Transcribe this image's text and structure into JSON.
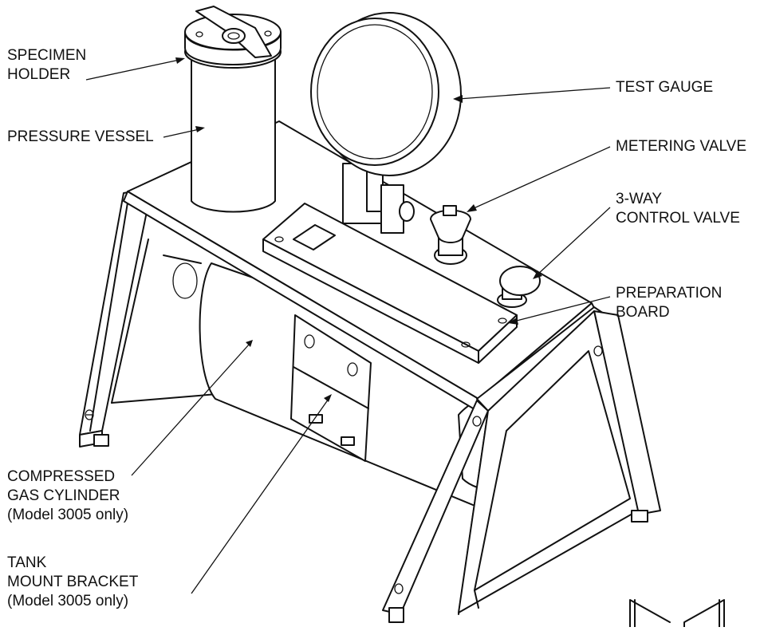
{
  "labels": {
    "specimen_holder": [
      "SPECIMEN",
      "HOLDER"
    ],
    "pressure_vessel": [
      "PRESSURE VESSEL"
    ],
    "test_gauge": [
      "TEST GAUGE"
    ],
    "metering_valve": [
      "METERING VALVE"
    ],
    "control_valve": [
      "3-WAY",
      "CONTROL VALVE"
    ],
    "preparation_board": [
      "PREPARATION",
      "BOARD"
    ],
    "gas_cylinder": [
      "COMPRESSED",
      "GAS CYLINDER",
      "(Model 3005 only)"
    ],
    "tank_bracket": [
      "TANK",
      "MOUNT BRACKET",
      "(Model 3005 only)"
    ]
  }
}
